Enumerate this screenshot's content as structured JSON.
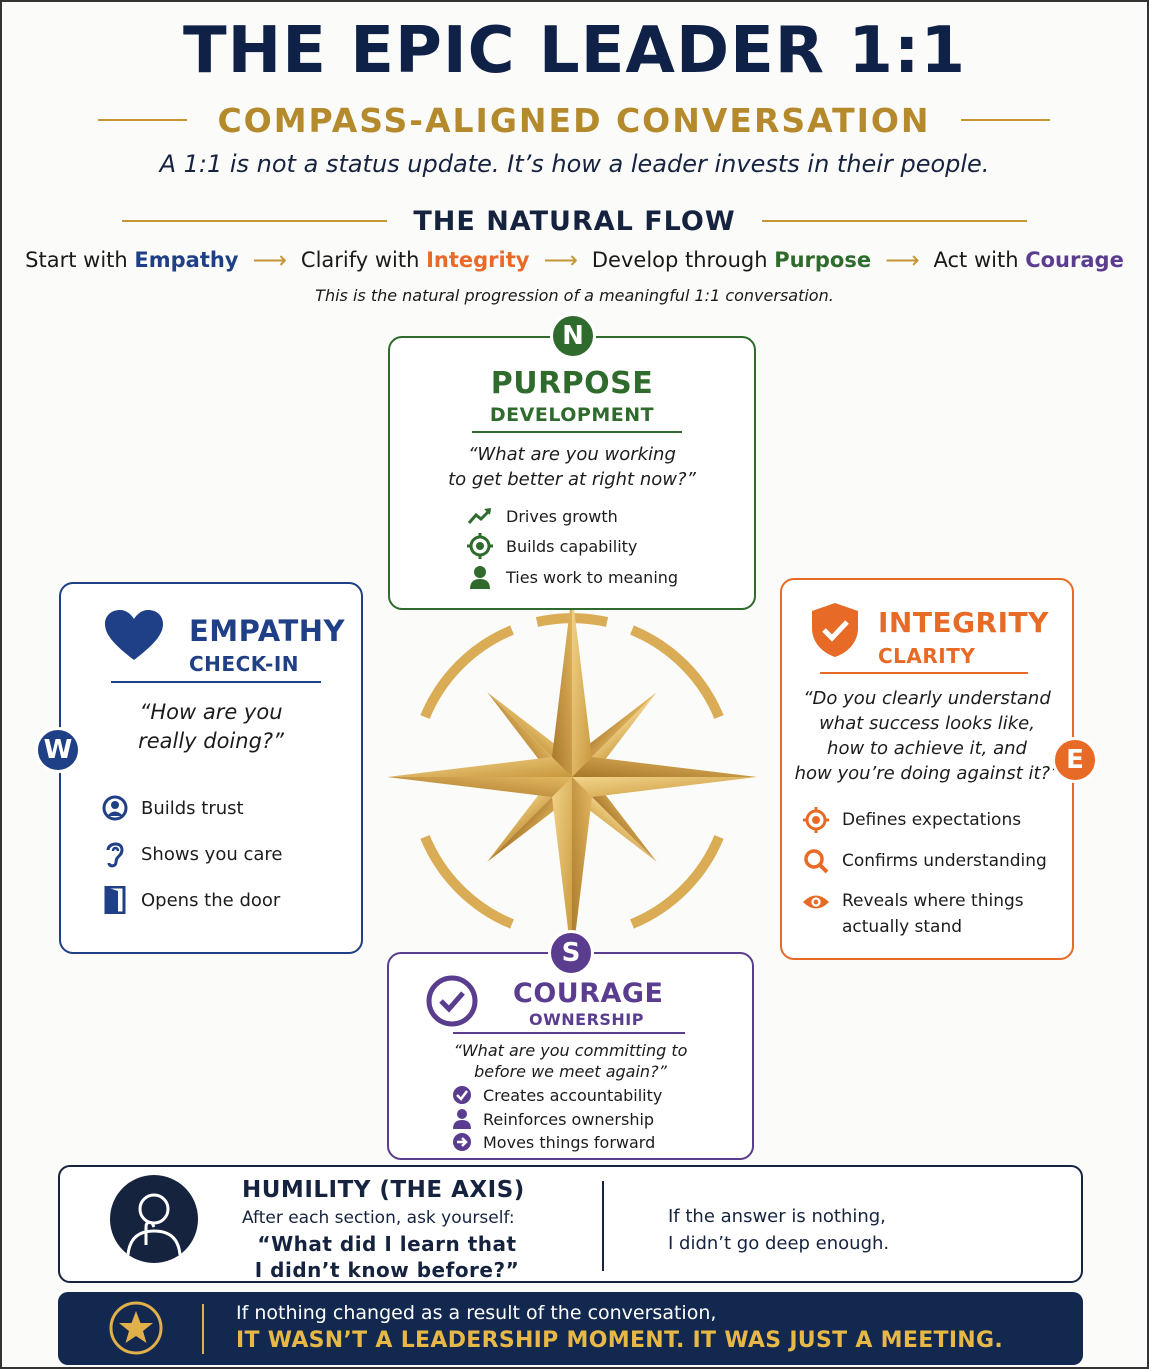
{
  "header": {
    "title": "THE EPIC LEADER 1:1",
    "subtitle": "COMPASS-ALIGNED CONVERSATION",
    "tagline": "A 1:1 is not a status update. It’s how a leader invests in their people."
  },
  "flow": {
    "title": "THE NATURAL FLOW",
    "steps": [
      {
        "prefix": "Start with",
        "keyword": "Empathy",
        "color": "#1f3f86"
      },
      {
        "prefix": "Clarify with",
        "keyword": "Integrity",
        "color": "#e86a27"
      },
      {
        "prefix": "Develop through",
        "keyword": "Purpose",
        "color": "#2f6b2c"
      },
      {
        "prefix": "Act with",
        "keyword": "Courage",
        "color": "#5b3d8f"
      }
    ],
    "note": "This is the natural progression of a meaningful 1:1 conversation."
  },
  "purpose": {
    "badge": "N",
    "title": "PURPOSE",
    "subtitle": "DEVELOPMENT",
    "quote_line1": "“What are you working",
    "quote_line2": "to get better at right now?”",
    "items": [
      "Drives growth",
      "Builds capability",
      "Ties work to meaning"
    ],
    "color": "#2f6b2c"
  },
  "empathy": {
    "badge": "W",
    "title": "EMPATHY",
    "subtitle": "CHECK-IN",
    "quote_line1": "“How are you",
    "quote_line2": "really doing?”",
    "items": [
      "Builds trust",
      "Shows you care",
      "Opens the door"
    ],
    "color": "#1f3f86"
  },
  "integrity": {
    "badge": "E",
    "title": "INTEGRITY",
    "subtitle": "CLARITY",
    "quote_line1": "“Do you clearly understand",
    "quote_line2": "what success looks like,",
    "quote_line3": "how to achieve it, and",
    "quote_line4": "how you’re doing against it?”",
    "items": [
      "Defines expectations",
      "Confirms understanding",
      "Reveals where things",
      "actually stand"
    ],
    "color": "#e86a27"
  },
  "courage": {
    "badge": "S",
    "title": "COURAGE",
    "subtitle": "OWNERSHIP",
    "quote_line1": "“What are you committing to",
    "quote_line2": "before we meet again?”",
    "items": [
      "Creates accountability",
      "Reinforces ownership",
      "Moves things forward"
    ],
    "color": "#5b3d8f"
  },
  "humility": {
    "title": "HUMILITY (THE AXIS)",
    "prompt": "After each section, ask yourself:",
    "question_line1": "“What did I learn that",
    "question_line2": "I didn’t know before?”",
    "note_line1": "If the answer is nothing,",
    "note_line2": "I didn’t go deep enough."
  },
  "banner": {
    "line1": "If nothing changed as a result of the conversation,",
    "line2": "IT WASN’T A LEADERSHIP MOMENT. IT WAS JUST A MEETING."
  },
  "colors": {
    "navy": "#0f2147",
    "gold": "#c59632"
  }
}
